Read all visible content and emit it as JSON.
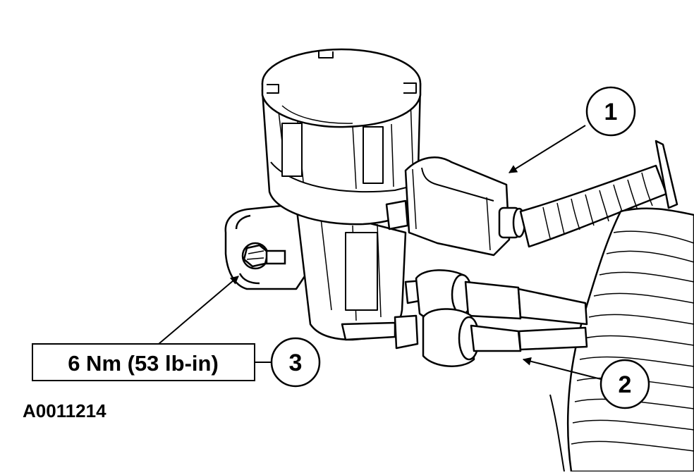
{
  "callouts": [
    {
      "number": "1"
    },
    {
      "number": "2"
    },
    {
      "number": "3"
    }
  ],
  "torque_spec": "6 Nm (53 lb-in)",
  "figure_id": "A0011214"
}
